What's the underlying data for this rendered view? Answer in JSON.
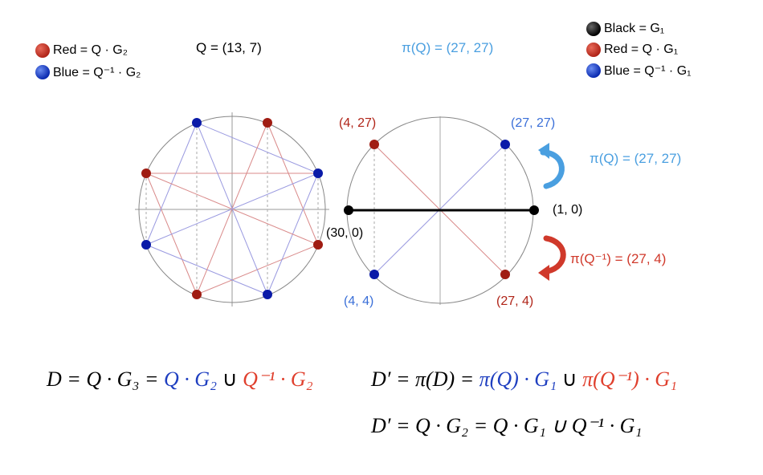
{
  "colors": {
    "red": "#b02418",
    "blue": "#0a1aa8",
    "black": "#000000",
    "light_blue": "#4a9fe0",
    "circle": "#888888"
  },
  "legend_left": {
    "red": "Red = Q · G₂",
    "blue": "Blue = Q⁻¹ · G₂"
  },
  "legend_right": {
    "black": "Black = G₁",
    "red": "Red = Q · G₁",
    "blue": "Blue = Q⁻¹ · G₁"
  },
  "header": {
    "q_def": "Q = (13, 7)",
    "pi_q": "π(Q) = (27, 27)"
  },
  "right_circle_labels": {
    "top_left": "(4, 27)",
    "top_right": "(27, 27)",
    "right": "(1, 0)",
    "left": "(30, 0)",
    "bottom_left": "(4, 4)",
    "bottom_right": "(27, 4)"
  },
  "arrows": {
    "pi_q": "π(Q) = (27, 27)",
    "pi_q_inv": "π(Q⁻¹) = (27, 4)"
  },
  "equations": {
    "eq1_lhs": "D = Q · G₃ = ",
    "eq1_blue": "Q · G₂",
    "eq1_union": " ∪ ",
    "eq1_red": "Q⁻¹ · G₂",
    "eq2_lhs": "D′ = π(D) = ",
    "eq2_blue": "π(Q) · G₁",
    "eq2_union": " ∪ ",
    "eq2_red": "π(Q⁻¹) · G₁",
    "eq3": "D′ = Q · G₂ = Q · G₁ ∪ Q⁻¹ · G₁"
  }
}
